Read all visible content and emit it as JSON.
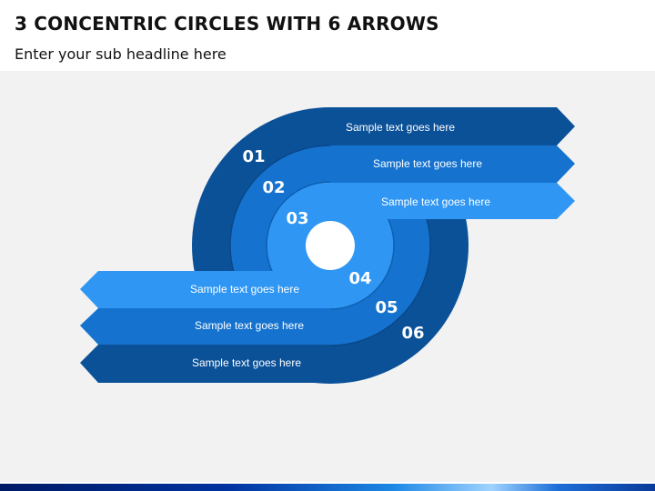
{
  "title": "3 CONCENTRIC CIRCLES WITH 6 ARROWS",
  "subtitle": "Enter your sub headline here",
  "colors": {
    "dark": "#0B5198",
    "medium": "#1573CF",
    "light": "#2F96F3",
    "ring_divider": "#0a4788",
    "background": "#F2F2F2",
    "number_text": "#FFFFFF"
  },
  "items": [
    {
      "number": "01",
      "text": "Sample text goes here"
    },
    {
      "number": "02",
      "text": "Sample text goes here"
    },
    {
      "number": "03",
      "text": "Sample text goes here"
    },
    {
      "number": "04",
      "text": "Sample text goes here"
    },
    {
      "number": "05",
      "text": "Sample text goes here"
    },
    {
      "number": "06",
      "text": "Sample text goes here"
    }
  ]
}
